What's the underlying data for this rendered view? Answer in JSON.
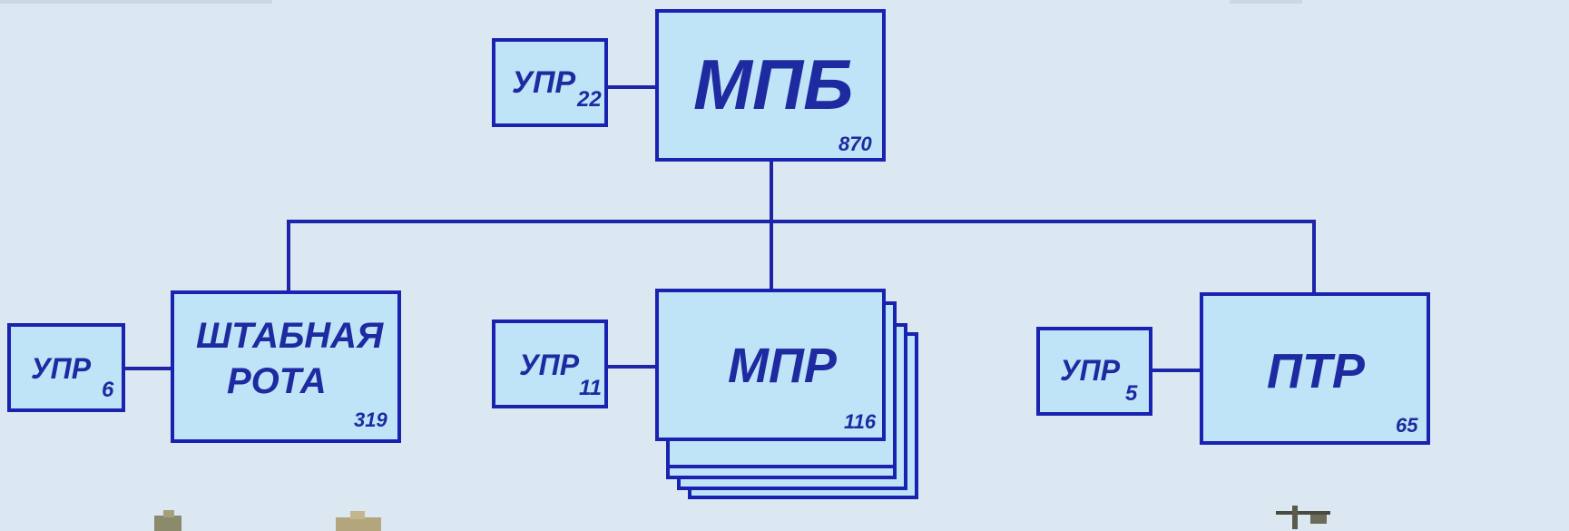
{
  "nodes": {
    "mpb": {
      "title": "МПБ",
      "count": "870"
    },
    "upr22": {
      "label": "УПР",
      "num": "22"
    },
    "staff": {
      "title_line1": "ШТАБНАЯ",
      "title_line2": "РОТА",
      "count": "319"
    },
    "upr6": {
      "label": "УПР",
      "num": "6"
    },
    "mpr": {
      "title": "МПР",
      "count": "116"
    },
    "upr11": {
      "label": "УПР",
      "num": "11"
    },
    "ptr": {
      "title": "ПТР",
      "count": "65"
    },
    "upr5": {
      "label": "УПР",
      "num": "5"
    }
  },
  "colors": {
    "background": "#dbe8f1",
    "box_fill": "#bfe3f7",
    "border": "#1a22b0",
    "text": "#1e2aa0"
  }
}
